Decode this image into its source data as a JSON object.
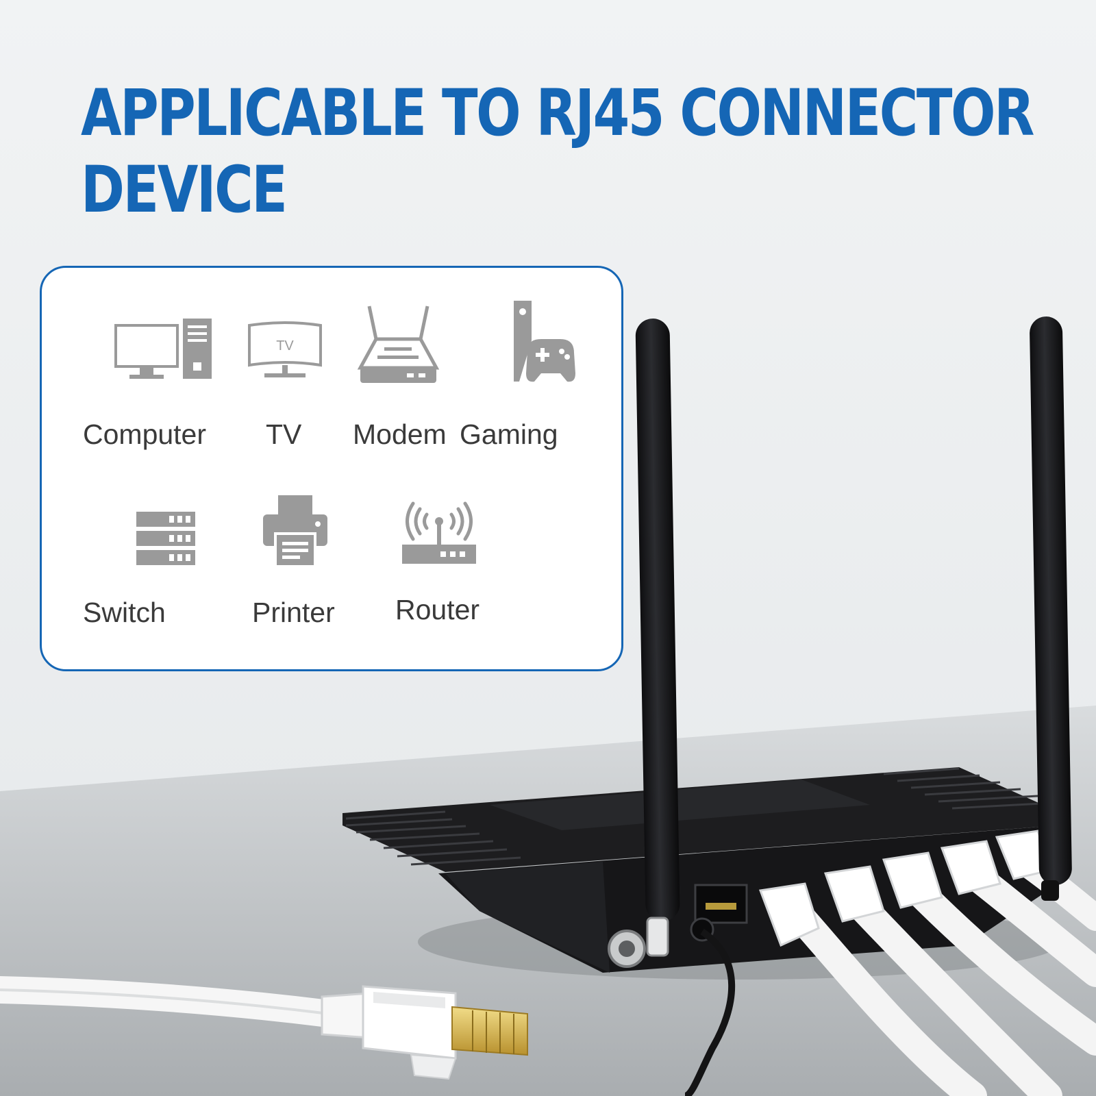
{
  "headline": {
    "line1": "APPLICABLE TO RJ45 CONNECTOR",
    "line2": "DEVICE"
  },
  "colors": {
    "accent": "#1566b5",
    "icon_gray": "#9a9a9a",
    "router_body": "#1d1d1f",
    "cable_white": "#f4f4f4",
    "connector_gold": "#d8b54a"
  },
  "devices": [
    {
      "label": "Computer",
      "icon": "computer-icon"
    },
    {
      "label": "TV",
      "icon": "tv-icon",
      "screen_text": "TV"
    },
    {
      "label": "Modem",
      "icon": "modem-icon"
    },
    {
      "label": "Gaming",
      "icon": "gaming-icon"
    },
    {
      "label": "Switch",
      "icon": "switch-icon"
    },
    {
      "label": "Printer",
      "icon": "printer-icon"
    },
    {
      "label": "Router",
      "icon": "router-icon"
    }
  ]
}
